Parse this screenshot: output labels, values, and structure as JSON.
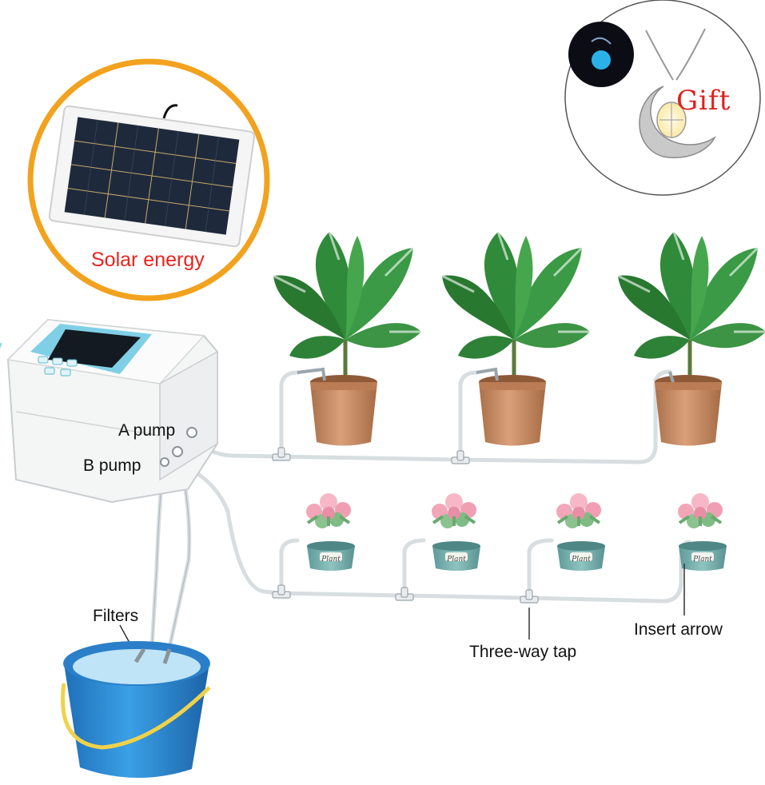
{
  "labels": {
    "solar_energy": "Solar energy",
    "gift": "Gift",
    "a_pump": "A pump",
    "b_pump": "B pump",
    "filters": "Filters",
    "three_way_tap": "Three-way tap",
    "insert_arrow": "Insert arrow"
  },
  "pot_labels": [
    "Plant",
    "Plant",
    "Plant",
    "Plant"
  ],
  "colors": {
    "accent_orange": "#f2a21e",
    "label_red": "#e8231d",
    "bucket_blue": "#2f8fd6",
    "bucket_handle": "#f0d24a",
    "leaf_green": "#2f8a3a",
    "pot_terracotta": "#c98a5e",
    "tube": "#d8dde0",
    "controller_accent": "#7fd0e6"
  }
}
